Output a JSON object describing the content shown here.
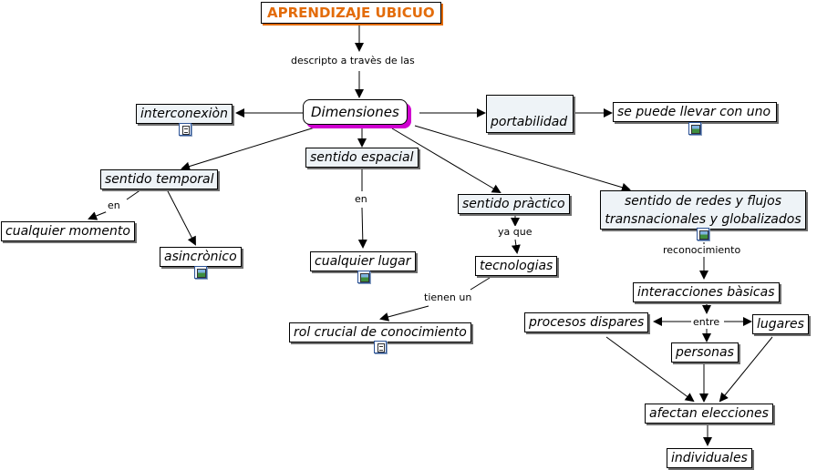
{
  "map": {
    "title": "APRENDIZAJE UBICUO",
    "root": "Dimensiones",
    "concepts": {
      "interconexion": "interconexiòn",
      "portabilidad": "portabilidad",
      "se_puede": "se puede llevar con uno",
      "temporal": "sentido temporal",
      "espacial": "sentido espacial",
      "practico": "sentido pràctico",
      "redes": "sentido de redes y flujos transnacionales y globalizados",
      "cualquier_momento": "cualquier momento",
      "asincronico": "asincrònico",
      "cualquier_lugar": "cualquier lugar",
      "tecnologias": "tecnologias",
      "rol": "rol crucial de conocimiento",
      "interacciones": "interacciones bàsicas",
      "procesos": "procesos dispares",
      "lugares": "lugares",
      "personas": "personas",
      "afectan": "afectan elecciones",
      "individuales": "individuales"
    },
    "links": {
      "descripto": "descripto a travès de las",
      "en1": "en",
      "en2": "en",
      "ya_que": "ya que",
      "tienen_un": "tienen un",
      "reconocimiento": "reconocimiento",
      "entre": "entre"
    },
    "resource_icons": {
      "interconexion": "document-icon",
      "se_puede": "image-icon",
      "asincronico": "image-icon",
      "cualquier_lugar": "image-icon",
      "rol": "document-icon",
      "redes": "image-icon"
    },
    "colors": {
      "title_text": "#e36c0a",
      "root_shadow": "#d000d0",
      "node_tint": "#eef3f7"
    }
  }
}
